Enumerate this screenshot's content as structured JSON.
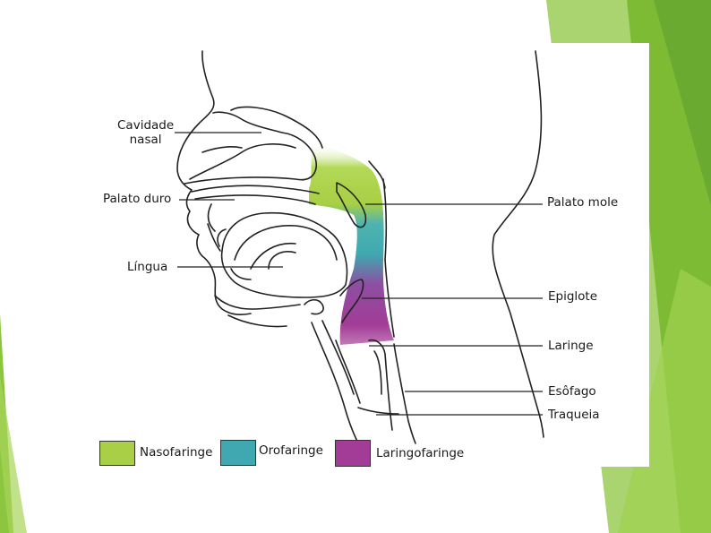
{
  "labels": {
    "cavidade_nasal": "Cavidade\nnasal",
    "palato_duro": "Palato duro",
    "lingua": "Língua",
    "palato_mole": "Palato mole",
    "epiglote": "Epiglote",
    "laringe": "Laringe",
    "esofago": "Esôfago",
    "traqueia": "Traqueia"
  },
  "legend": [
    {
      "label": "Nasofaringe",
      "color": "#a8cf45"
    },
    {
      "label": "Orofaringe",
      "color": "#3fa8b0"
    },
    {
      "label": "Laringofaringe",
      "color": "#a23c96"
    }
  ],
  "theme": {
    "accent_green": "#8cc63f",
    "accent_green_dark": "#5f9e2f"
  }
}
